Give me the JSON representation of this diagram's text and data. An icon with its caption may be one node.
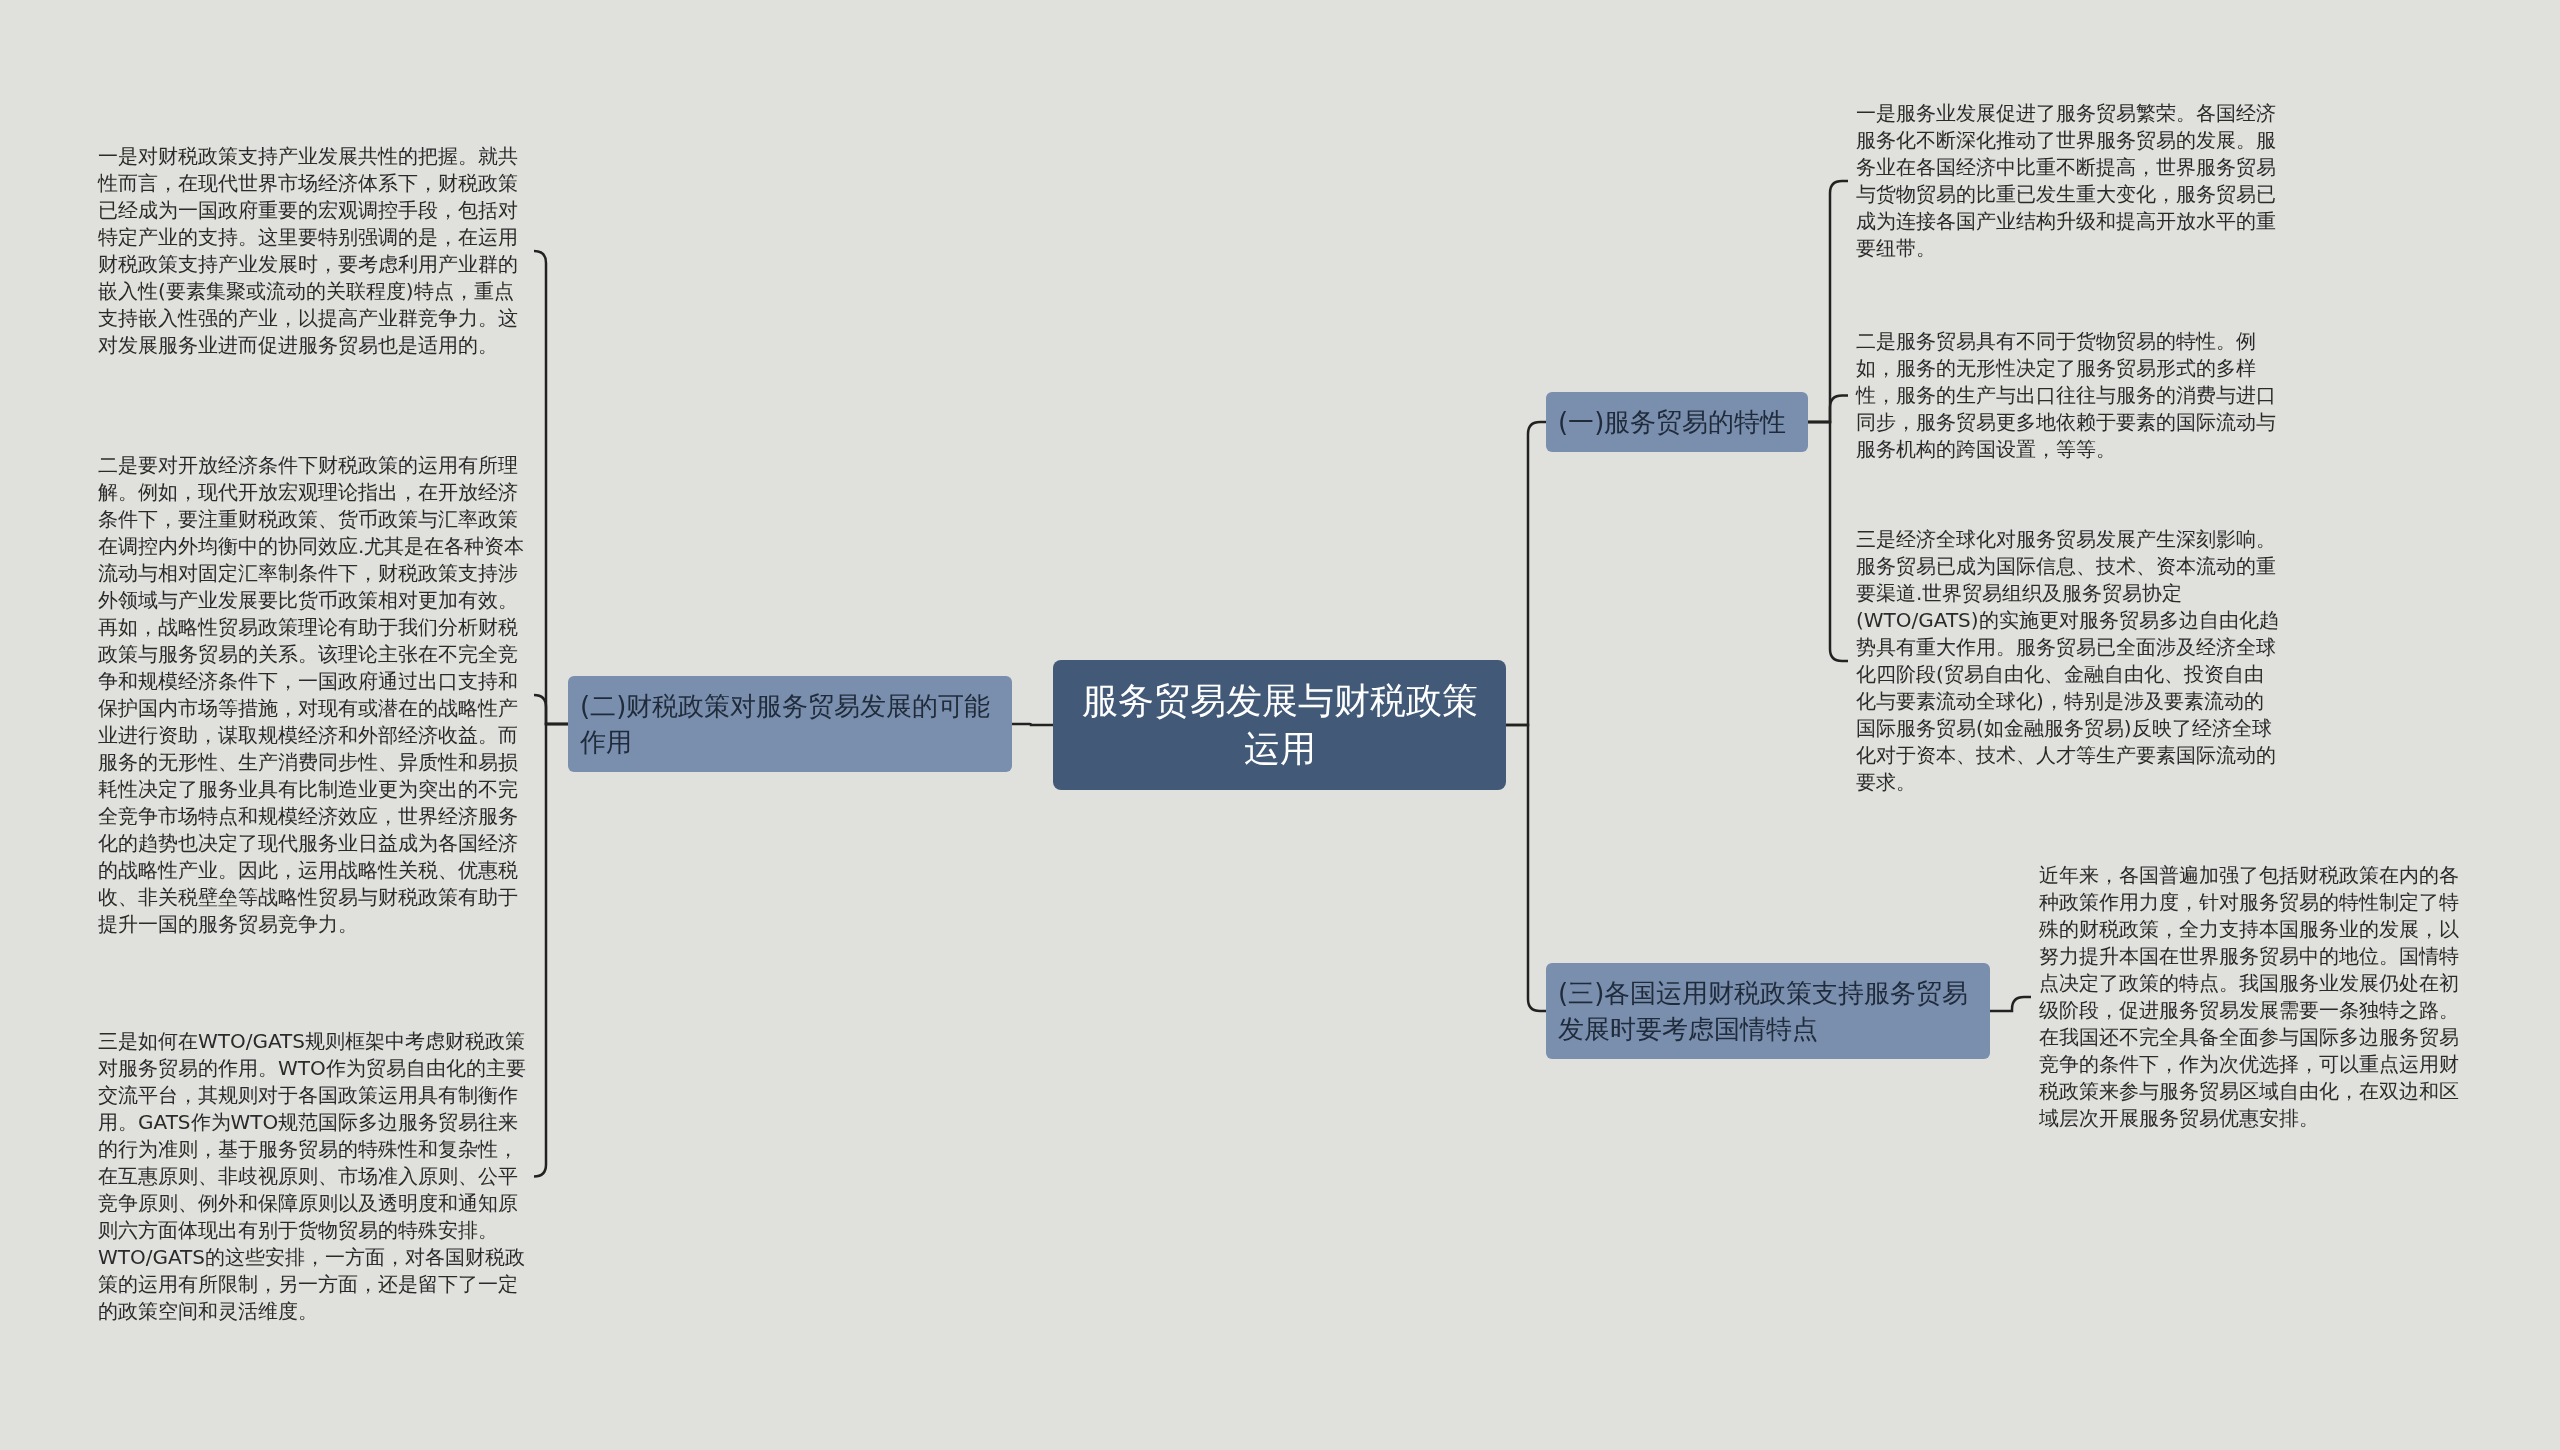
{
  "diagram": {
    "nodes": [
      {
        "text": [
          "服务贸易发展与财税政策运用"
        ]
      },
      {
        "text": [
          "(一)服务贸易的特性"
        ]
      },
      {
        "text": [
          "一是服务业发展促进了服务贸易繁荣。各国经济服务化不断深化推动了世界服务贸易的发展。服务业在各国经济中比重不断提高，世界服务贸易与货物贸易的比重已发生重大变化，服务贸易已成为连接各国产业结构升级和提高开放水平的重要纽带。"
        ]
      },
      {
        "text": [
          "二是服务贸易具有不同于货物贸易的特性。例如，服务的无形性决定了服务贸易形式的多样性，服务的生产与出口往往与服务的消费与进口同步，服务贸易更多地依赖于要素的国际流动与服务机构的跨国设置，等等。"
        ]
      },
      {
        "text": [
          "三是经济全球化对服务贸易发展产生深刻影响。服务贸易已成为国际信息、技术、资本流动的重要渠道.世界贸易组织及服务贸易协定(WTO/GATS)的实施更对服务贸易多边自由化趋势具有重大作用。服务贸易已全面涉及经济全球化四阶段(贸易自由化、金融自由化、投资自由化与要素流动全球化)，特别是涉及要素流动的国际服务贸易(如金融服务贸易)反映了经济全球化对于资本、技术、人才等生产要素国际流动的要求。"
        ]
      },
      {
        "text": [
          "(二)财税政策对服务贸易发展的可能作用"
        ]
      },
      {
        "text": [
          "一是对财税政策支持产业发展共性的把握。就共性而言，在现代世界市场经济体系下，财税政策已经成为一国政府重要的宏观调控手段，包括对特定产业的支持。这里要特别强调的是，在运用财税政策支持产业发展时，要考虑利用产业群的嵌入性(要素集聚或流动的关联程度)特点，重点支持嵌入性强的产业，以提高产业群竞争力。这对发展服务业进而促进服务贸易也是适用的。"
        ]
      },
      {
        "text": [
          "二是要对开放经济条件下财税政策的运用有所理解。例如，现代开放宏观理论指出，在开放经济条件下，要注重财税政策、货币政策与汇率政策在调控内外均衡中的协同效应.尤其是在各种资本流动与相对固定汇率制条件下，财税政策支持涉外领域与产业发展要比货币政策相对更加有效。再如，战略性贸易政策理论有助于我们分析财税政策与服务贸易的关系。该理论主张在不完全竞争和规模经济条件下，一国政府通过出口支持和保护国内市场等措施，对现有或潜在的战略性产业进行资助，谋取规模经济和外部经济收益。而服务的无形性、生产消费同步性、异质性和易损耗性决定了服务业具有比制造业更为突出的不完全竞争市场特点和规模经济效应，世界经济服务化的趋势也决定了现代服务业日益成为各国经济的战略性产业。因此，运用战略性关税、优惠税收、非关税壁垒等战略性贸易与财税政策有助于提升一国的服务贸易竞争力。"
        ]
      },
      {
        "text": [
          "三是如何在WTO/GATS规则框架中考虑财税政策对服务贸易的作用。WTO作为贸易自由化的主要交流平台，其规则对于各国政策运用具有制衡作用。GATS作为WTO规范国际多边服务贸易往来的行为准则，基于服务贸易的特殊性和复杂性，在互惠原则、非歧视原则、市场准入原则、公平竞争原则、例外和保障原则以及透明度和通知原则六方面体现出有别于货物贸易的特殊安排。WTO/GATS的这些安排，一方面，对各国财税政策的运用有所限制，另一方面，还是留下了一定的政策空间和灵活维度。"
        ]
      },
      {
        "text": [
          "(三)各国运用财税政策支持服务贸易发展时要考虑国情特点"
        ]
      },
      {
        "text": [
          "近年来，各国普遍加强了包括财税政策在内的各种政策作用力度，针对服务贸易的特性制定了特殊的财税政策，全力支持本国服务业的发展，以努力提升本国在世界服务贸易中的地位。国情特点决定了政策的特点。我国服务业发展仍处在初级阶段，促进服务贸易发展需要一条独特之路。在我国还不完全具备全面参与国际多边服务贸易竞争的条件下，作为次优选择，可以重点运用财税政策来参与服务贸易区域自由化，在双边和区域层次开展服务贸易优惠安排。"
        ]
      }
    ],
    "edges": [
      {
        "from": 0,
        "to": 1,
        "arrow": "none"
      },
      {
        "from": 1,
        "to": 2,
        "arrow": "none"
      },
      {
        "from": 1,
        "to": 3,
        "arrow": "none"
      },
      {
        "from": 1,
        "to": 4,
        "arrow": "none"
      },
      {
        "from": 0,
        "to": 5,
        "arrow": "none"
      },
      {
        "from": 5,
        "to": 6,
        "arrow": "none"
      },
      {
        "from": 5,
        "to": 7,
        "arrow": "none"
      },
      {
        "from": 5,
        "to": 8,
        "arrow": "none"
      },
      {
        "from": 0,
        "to": 9,
        "arrow": "none"
      },
      {
        "from": 9,
        "to": 10,
        "arrow": "none"
      }
    ]
  }
}
